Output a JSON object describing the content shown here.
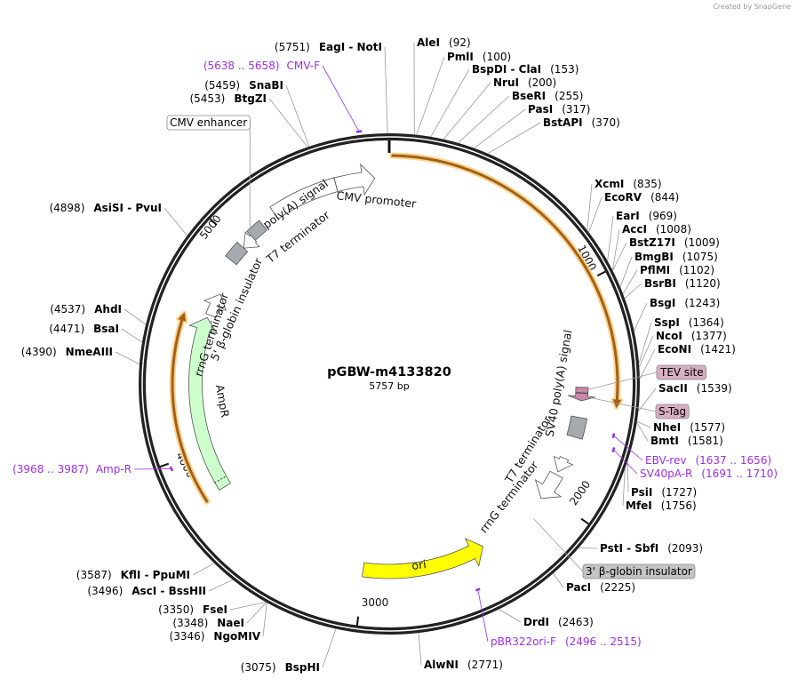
{
  "logo": "Created by SnapGene",
  "plasmid": {
    "name": "pGBW-m4133820",
    "length_label": "5757 bp",
    "length": 5757
  },
  "tick_labels": [
    "1000",
    "2000",
    "3000",
    "4000",
    "5000"
  ],
  "enzymes": [
    {
      "name": "EagI - NotI",
      "pos": 5751
    },
    {
      "name": "AleI",
      "pos": 92
    },
    {
      "name": "PmlI",
      "pos": 100
    },
    {
      "name": "BspDI - ClaI",
      "pos": 153
    },
    {
      "name": "NruI",
      "pos": 200
    },
    {
      "name": "BseRI",
      "pos": 255
    },
    {
      "name": "PasI",
      "pos": 317
    },
    {
      "name": "BstAPI",
      "pos": 370
    },
    {
      "name": "XcmI",
      "pos": 835
    },
    {
      "name": "EcoRV",
      "pos": 844
    },
    {
      "name": "EarI",
      "pos": 969
    },
    {
      "name": "AccI",
      "pos": 1008
    },
    {
      "name": "BstZ17I",
      "pos": 1009
    },
    {
      "name": "BmgBI",
      "pos": 1075
    },
    {
      "name": "PflMI",
      "pos": 1102
    },
    {
      "name": "BsrBI",
      "pos": 1120
    },
    {
      "name": "BsgI",
      "pos": 1243
    },
    {
      "name": "SspI",
      "pos": 1364
    },
    {
      "name": "NcoI",
      "pos": 1377
    },
    {
      "name": "EcoNI",
      "pos": 1421
    },
    {
      "name": "SacII",
      "pos": 1539
    },
    {
      "name": "NheI",
      "pos": 1577
    },
    {
      "name": "BmtI",
      "pos": 1581
    },
    {
      "name": "PsiI",
      "pos": 1727
    },
    {
      "name": "MfeI",
      "pos": 1756
    },
    {
      "name": "PstI - SbfI",
      "pos": 2093
    },
    {
      "name": "PacI",
      "pos": 2225
    },
    {
      "name": "DrdI",
      "pos": 2463
    },
    {
      "name": "AlwNI",
      "pos": 2771
    },
    {
      "name": "BspHI",
      "pos": 3075
    },
    {
      "name": "NgoMIV",
      "pos": 3346
    },
    {
      "name": "NaeI",
      "pos": 3348
    },
    {
      "name": "FseI",
      "pos": 3350
    },
    {
      "name": "AscI - BssHII",
      "pos": 3496
    },
    {
      "name": "KflI - PpuMI",
      "pos": 3587
    },
    {
      "name": "NmeAIII",
      "pos": 4390
    },
    {
      "name": "BsaI",
      "pos": 4471
    },
    {
      "name": "AhdI",
      "pos": 4537
    },
    {
      "name": "AsiSI - PvuI",
      "pos": 4898
    },
    {
      "name": "BtgZI",
      "pos": 5453
    },
    {
      "name": "SnaBI",
      "pos": 5459
    }
  ],
  "primers": [
    {
      "name": "CMV-F",
      "range": "(5638 .. 5658)",
      "start": 5638,
      "end": 5658
    },
    {
      "name": "EBV-rev",
      "range": "(1637 .. 1656)",
      "start": 1637,
      "end": 1656
    },
    {
      "name": "SV40pA-R",
      "range": "(1691 .. 1710)",
      "start": 1691,
      "end": 1710
    },
    {
      "name": "pBR322ori-F",
      "range": "(2496 .. 2515)",
      "start": 2496,
      "end": 2515
    },
    {
      "name": "Amp-R",
      "range": "(3968 .. 3987)",
      "start": 3968,
      "end": 3987
    }
  ],
  "boxed_features": [
    {
      "name": "CMV enhancer",
      "color": "#ffffff"
    },
    {
      "name": "TEV site",
      "color": "#d9aec4"
    },
    {
      "name": "S-Tag",
      "color": "#d9aec4"
    },
    {
      "name": "3' β-globin insulator",
      "color": "#c4c4c4"
    }
  ],
  "features": [
    {
      "name": "CMV promoter",
      "type": "promoter",
      "color": "#ffffff"
    },
    {
      "name": "poly(A) signal",
      "type": "polyA",
      "color": "#a6a9ae"
    },
    {
      "name": "T7 terminator",
      "type": "terminator",
      "color": "#ffffff"
    },
    {
      "name": "5' β-globin insulator",
      "type": "insulator",
      "color": "#a6a9ae"
    },
    {
      "name": "rrnG terminator",
      "type": "terminator",
      "color": "#ffffff"
    },
    {
      "name": "AmpR",
      "type": "gene",
      "color": "#ccffcc"
    },
    {
      "name": "SV40 poly(A) signal",
      "type": "polyA",
      "color": "#a6a9ae"
    },
    {
      "name": "T7 terminator",
      "type": "terminator",
      "color": "#ffffff"
    },
    {
      "name": "rrnG terminator",
      "type": "terminator",
      "color": "#ffffff"
    },
    {
      "name": "ori",
      "type": "origin",
      "color": "#ffff00"
    }
  ],
  "orf_color": "#a0601a"
}
